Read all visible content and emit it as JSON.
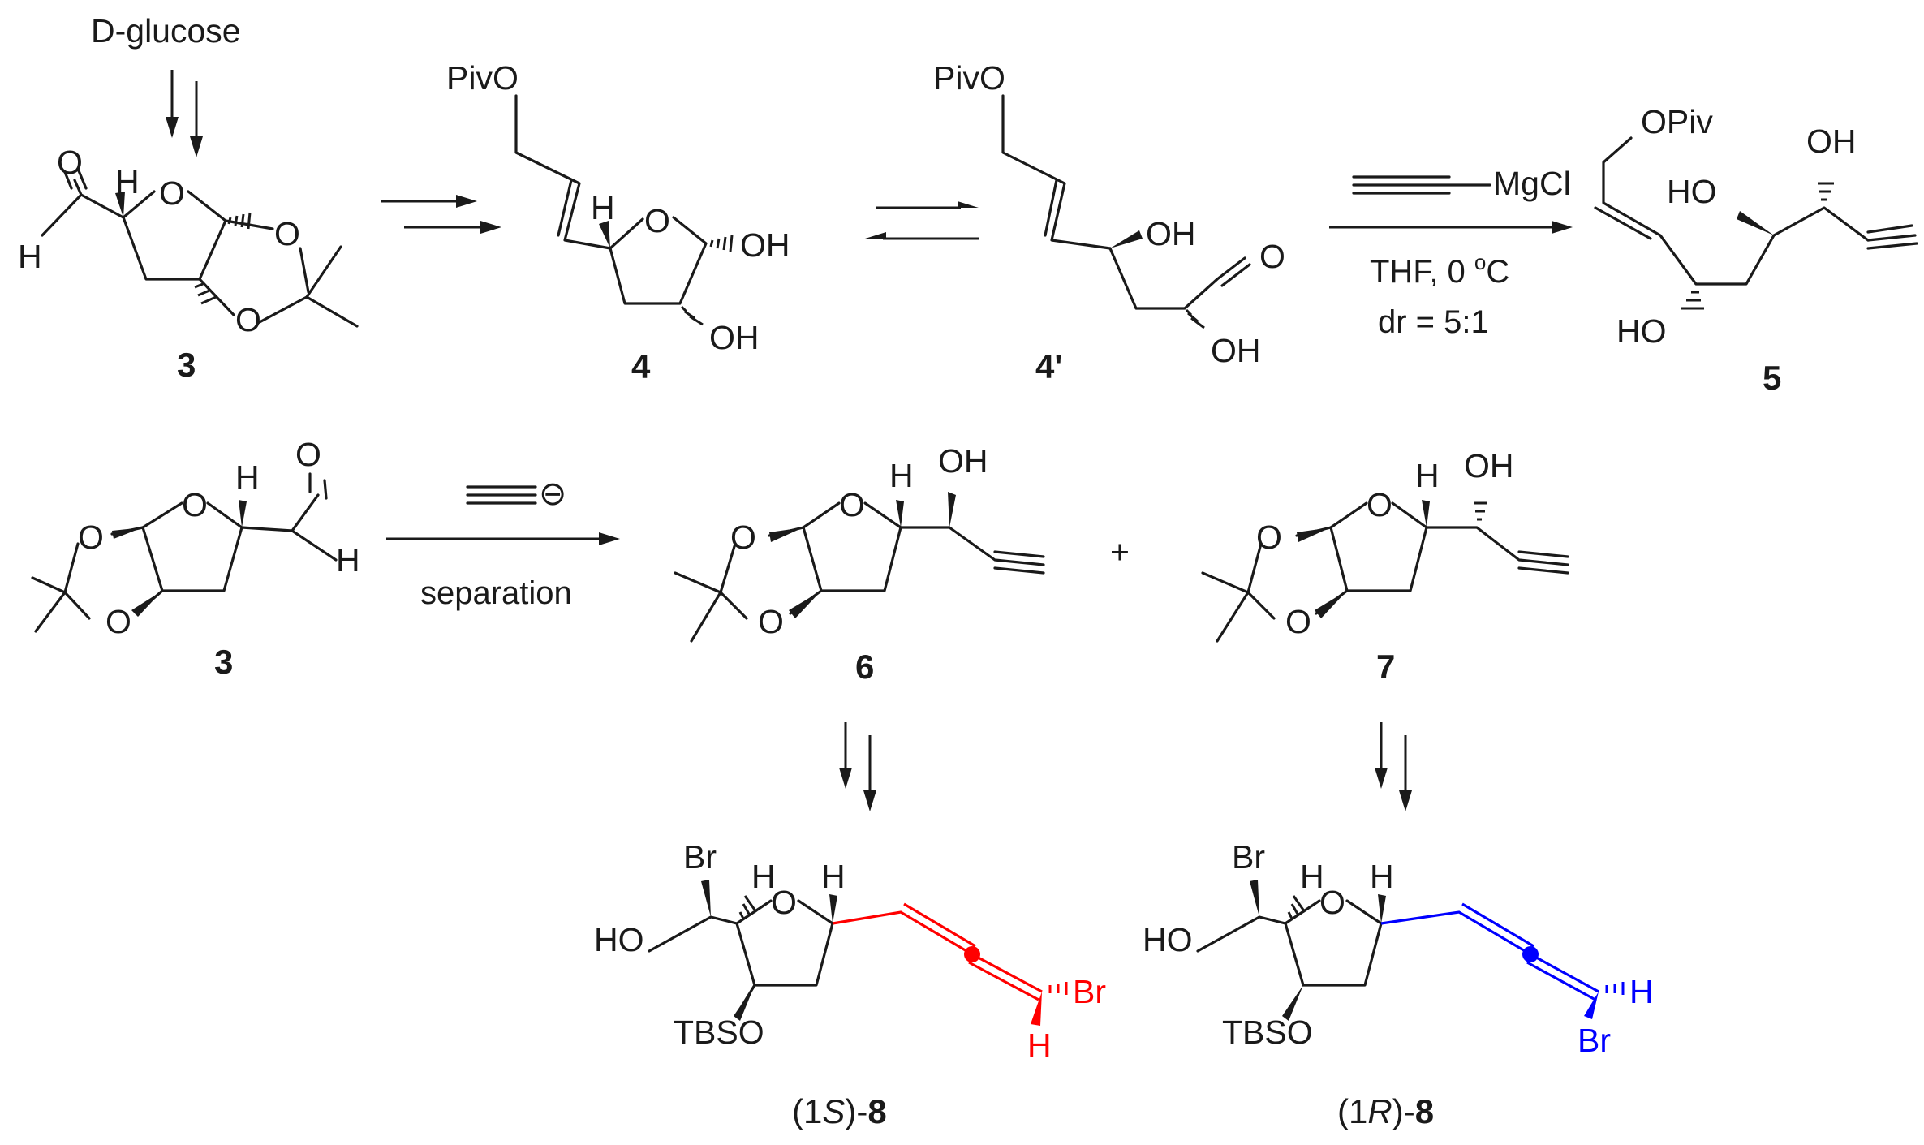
{
  "top_row": {
    "start_material": "D-glucose",
    "compound_3_label": "3",
    "compound_4_label": "4",
    "compound_4p_label": "4'",
    "compound_5_label": "5",
    "reagent_text": "MgCl",
    "condition_solvent": "THF, 0 ",
    "condition_degree": "o",
    "condition_unit": "C",
    "condition_dr": "dr = 5:1"
  },
  "middle_row": {
    "compound_3_label": "3",
    "reagent_charge": "⊖",
    "condition": "separation",
    "compound_6_label": "6",
    "plus": "+",
    "compound_7_label": "7"
  },
  "bottom_row": {
    "left_prefix": "(1",
    "left_descriptor": "S",
    "left_suffix": ")-",
    "left_number": "8",
    "right_prefix": "(1",
    "right_descriptor": "R",
    "right_suffix": ")-",
    "right_number": "8"
  },
  "atoms": {
    "O": "O",
    "H": "H",
    "OH": "OH",
    "HO": "HO",
    "Br": "Br",
    "PivO": "PivO",
    "OPiv": "OPiv",
    "TBSO": "TBSO"
  },
  "colors": {
    "ink": "#1a1a1a",
    "allene_1S": "#ff0000",
    "allene_1R": "#0000ff"
  }
}
